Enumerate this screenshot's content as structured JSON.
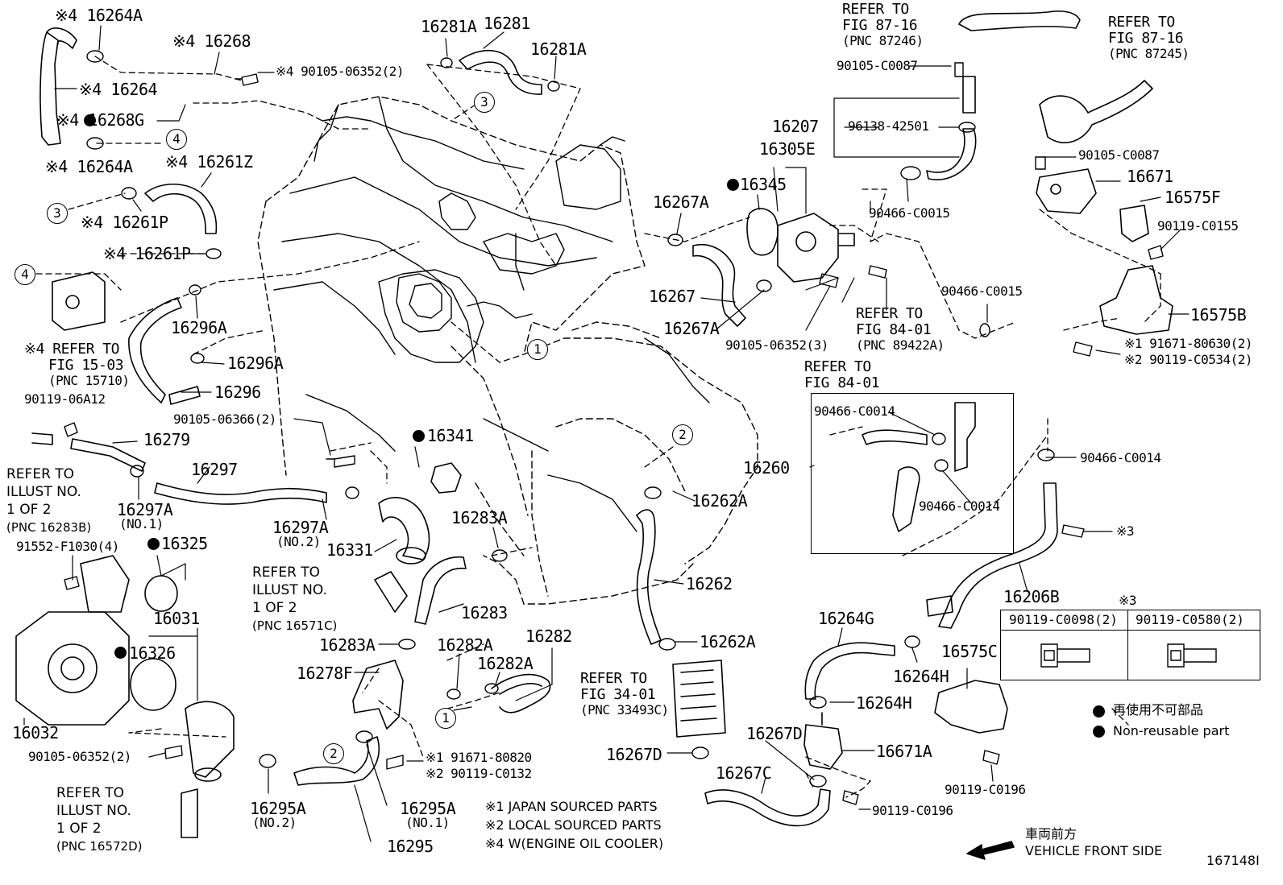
{
  "diagram_id": "167148I",
  "parts": {
    "p16264A_top": "※4 16264A",
    "p16268": "※4 16268",
    "p90105_06352_2_top": "※4 90105-06352(2)",
    "p16264": "※4 16264",
    "p16268G": "※4 16268G",
    "p16264A_bot": "※4 16264A",
    "p16261Z": "※4 16261Z",
    "p16261P_a": "※4 16261P",
    "p16261P_b": "※4 16261P",
    "p16296A_a": "16296A",
    "p16296A_b": "16296A",
    "p16296": "16296",
    "p90119_06A12": "90119-06A12",
    "p16279": "16279",
    "p16297": "16297",
    "p16297A_no1": "16297A",
    "p16297A_no2": "16297A",
    "p90105_06366": "90105-06366(2)",
    "p16341": "16341",
    "p16331": "16331",
    "p91552": "91552-F1030(4)",
    "p16325": "16325",
    "p16031": "16031",
    "p16326": "16326",
    "p16032": "16032",
    "p90105_06352_2_bot": "90105-06352(2)",
    "p16295A_no2": "16295A",
    "p16295A_no1": "16295A",
    "p16295": "16295",
    "p16281A_a": "16281A",
    "p16281": "16281",
    "p16281A_b": "16281A",
    "p16283A_a": "16283A",
    "p16283": "16283",
    "p16283A_b": "16283A",
    "p16282A_a": "16282A",
    "p16282": "16282",
    "p16282A_b": "16282A",
    "p16278F": "16278F",
    "p91671_80820": "※1 91671-80820",
    "p90119_C0132": "※2 90119-C0132",
    "p16262A_a": "16262A",
    "p16262": "16262",
    "p16262A_b": "16262A",
    "p16267D_a": "16267D",
    "p16267D_b": "16267D",
    "p16267C": "16267C",
    "p16267A_a": "16267A",
    "p16267": "16267",
    "p16267A_b": "16267A",
    "p16345": "16345",
    "p16207": "16207",
    "p96138": "96138-42501",
    "p16305E": "16305E",
    "p90105_C0087_a": "90105-C0087",
    "p90466_C0015_a": "90466-C0015",
    "p90466_C0015_b": "90466-C0015",
    "p90105_06352_3": "90105-06352(3)",
    "p16260": "16260",
    "p90466_C0014_a": "90466-C0014",
    "p90466_C0014_b": "90466-C0014",
    "p90466_C0014_c": "90466-C0014",
    "p90105_C0087_b": "90105-C0087",
    "p16671": "16671",
    "p16575F": "16575F",
    "p90119_C0155": "90119-C0155",
    "p16575B": "16575B",
    "p91671_80630": "※1 91671-80630(2)",
    "p90119_C0534": "※2 90119-C0534(2)",
    "p16206B": "16206B",
    "p16264G": "16264G",
    "p16264H_a": "16264H",
    "p16264H_b": "16264H",
    "p16575C": "16575C",
    "p16671A": "16671A",
    "p90119_C0196_a": "90119-C0196",
    "p90119_C0196_b": "90119-C0196",
    "p_x3": "※3"
  },
  "sub_labels": {
    "no1_a": "(NO.1)",
    "no2_a": "(NO.2)",
    "no2_b": "(NO.2)",
    "no1_b": "(NO.1)"
  },
  "refs": {
    "r87_16_a": {
      "l1": "REFER TO",
      "l2": "FIG 87-16",
      "l3": "(PNC 87246)"
    },
    "r87_16_b": {
      "l1": "REFER TO",
      "l2": "FIG 87-16",
      "l3": "(PNC 87245)"
    },
    "r15_03": {
      "l1": "※4 REFER TO",
      "l2": "FIG 15-03",
      "l3": "(PNC 15710)"
    },
    "rIllus_283B": {
      "l1": "REFER TO",
      "l2": "ILLUST NO.",
      "l3": "1 OF 2",
      "l4": "(PNC 16283B)"
    },
    "rIllus_571C": {
      "l1": "REFER TO",
      "l2": "ILLUST NO.",
      "l3": "1 OF 2",
      "l4": "(PNC 16571C)"
    },
    "rIllus_572D": {
      "l1": "REFER TO",
      "l2": "ILLUST NO.",
      "l3": "1 OF 2",
      "l4": "(PNC 16572D)"
    },
    "r84_01_a": {
      "l1": "REFER TO",
      "l2": "FIG 84-01",
      "l3": "(PNC 89422A)"
    },
    "r84_01_b": {
      "l1": "REFER TO",
      "l2": "FIG 84-01"
    },
    "r34_01": {
      "l1": "REFER TO",
      "l2": "FIG 34-01",
      "l3": "(PNC 33493C)"
    }
  },
  "callouts": [
    "1",
    "2",
    "3",
    "4"
  ],
  "bolt_table": {
    "title": "※3",
    "col1": "90119-C0098(2)",
    "col2": "90119-C0580(2)"
  },
  "legend": {
    "jp": "再使用不可部品",
    "en": "Non-reusable part"
  },
  "footnotes": {
    "n1": "※1 JAPAN SOURCED PARTS",
    "n2": "※2 LOCAL SOURCED PARTS",
    "n4": "※4 W(ENGINE OIL COOLER)"
  },
  "direction": {
    "jp": "車両前方",
    "en": "VEHICLE FRONT SIDE"
  },
  "colors": {
    "ink": "#000000",
    "paper": "#ffffff"
  }
}
